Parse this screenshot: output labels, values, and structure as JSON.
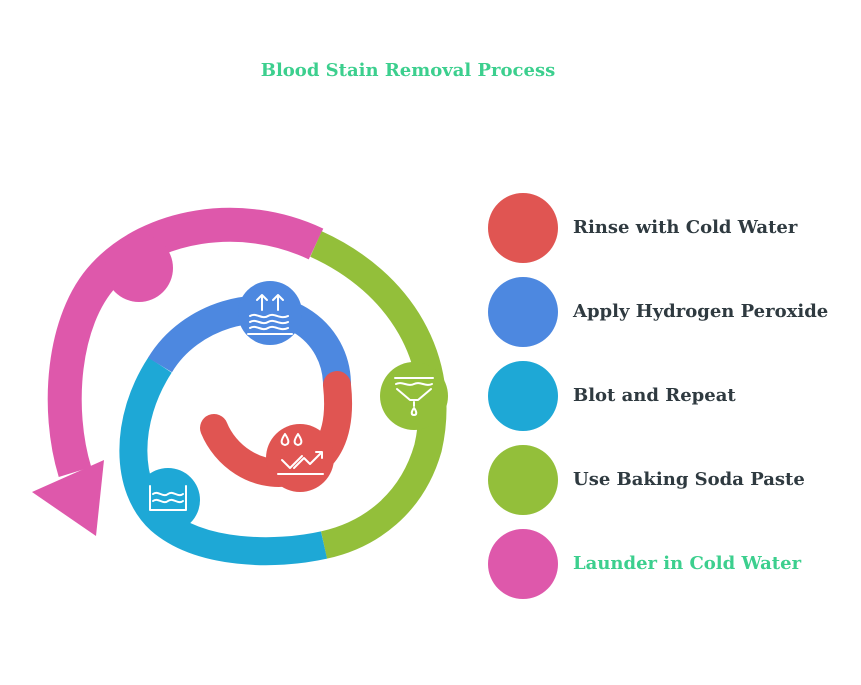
{
  "title": "Blood Stain Removal Process",
  "colors": {
    "red": "#e05552",
    "blue": "#4d88e0",
    "cyan": "#1ea8d6",
    "green": "#93bf3a",
    "pink": "#de58ab",
    "title": "#3ccf8e",
    "text": "#2f3a40"
  },
  "steps": [
    {
      "label": "Rinse with Cold Water",
      "color": "#e05552",
      "icon": "rising-arrows-water-drops-icon"
    },
    {
      "label": "Apply Hydrogen Peroxide",
      "color": "#4d88e0",
      "icon": "evaporation-water-icon"
    },
    {
      "label": "Blot and Repeat",
      "color": "#1ea8d6",
      "icon": "water-waves-icon"
    },
    {
      "label": "Use Baking Soda Paste",
      "color": "#93bf3a",
      "icon": "filter-drip-icon"
    },
    {
      "label": "Launder in Cold Water",
      "color": "#de58ab",
      "icon": "cycle-arrow-icon"
    }
  ]
}
